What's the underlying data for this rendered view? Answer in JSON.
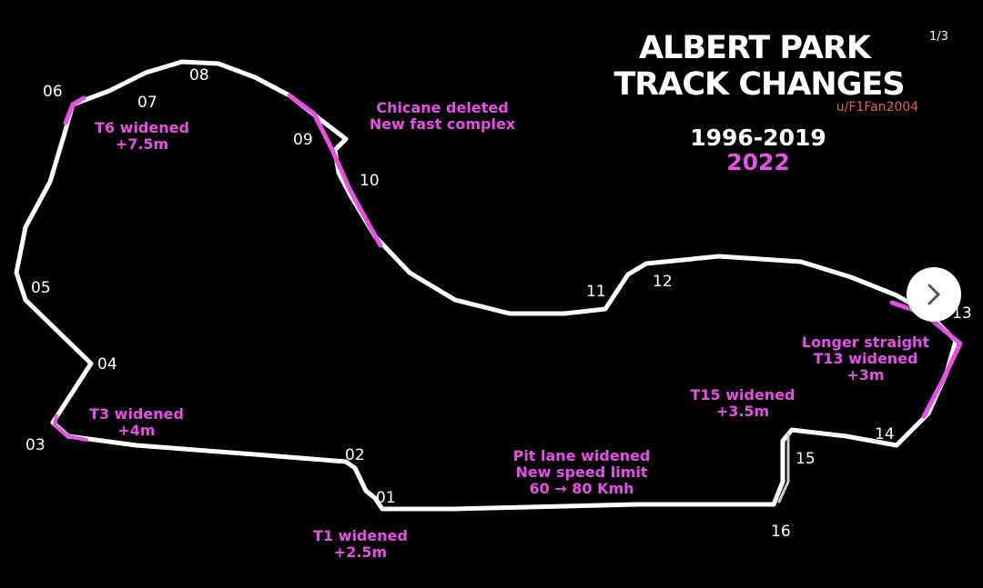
{
  "title": {
    "line1": "ALBERT PARK",
    "line2": "TRACK CHANGES"
  },
  "credit": "u/F1Fan2004",
  "legend": {
    "old_years": "1996-2019",
    "new_years": "2022"
  },
  "page_indicator": "1/3",
  "colors": {
    "old_layout": "#ffffff",
    "new_layout": "#e94ee8",
    "credit": "#ef5a5a",
    "background": "#000000"
  },
  "turns": [
    "01",
    "02",
    "03",
    "04",
    "05",
    "06",
    "07",
    "08",
    "09",
    "10",
    "11",
    "12",
    "13",
    "14",
    "15",
    "16"
  ],
  "annotations": {
    "chicane": [
      "Chicane deleted",
      "New fast complex"
    ],
    "t6": [
      "T6 widened",
      "+7.5m"
    ],
    "t3": [
      "T3 widened",
      "+4m"
    ],
    "t1": [
      "T1 widened",
      "+2.5m"
    ],
    "pit": [
      "Pit lane widened",
      "New speed limit",
      "60 → 80 Kmh"
    ],
    "t15": [
      "T15 widened",
      "+3.5m"
    ],
    "t13": [
      "Longer straight",
      "T13 widened",
      "+3m"
    ]
  },
  "next_button": {
    "icon": "chevron-right-icon"
  }
}
